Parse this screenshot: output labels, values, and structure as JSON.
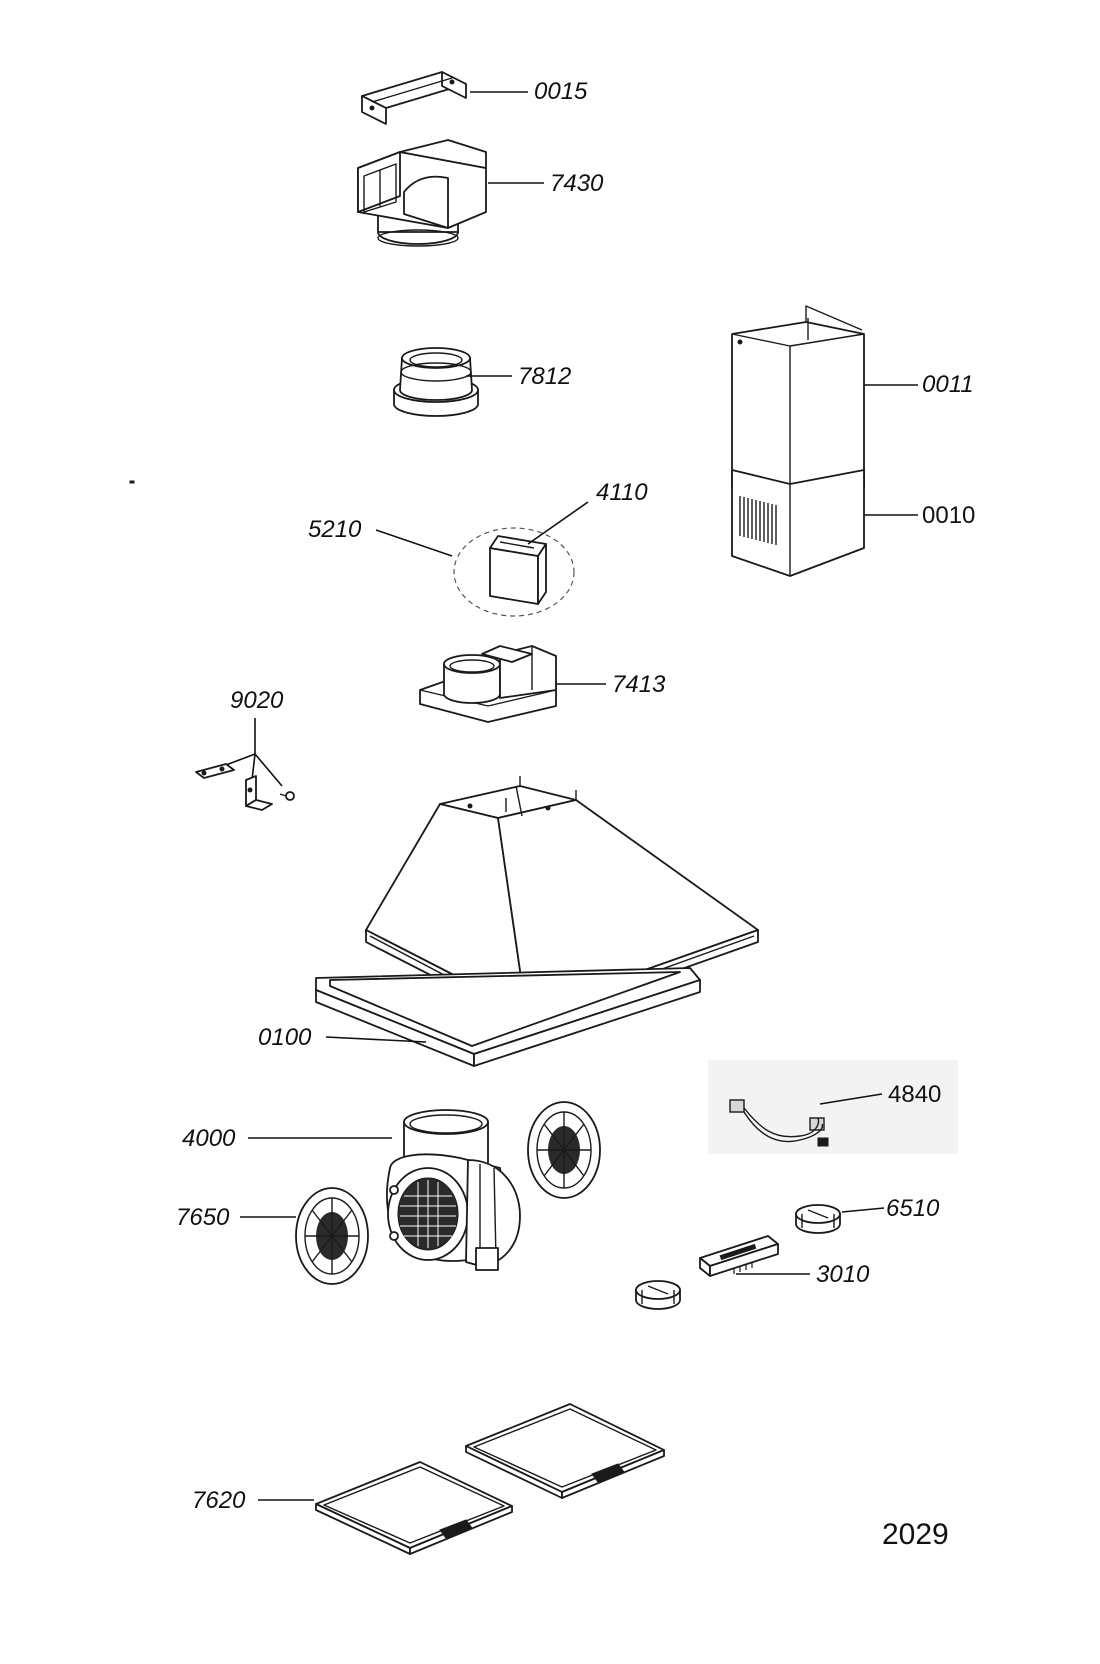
{
  "labels": {
    "p0015": "0015",
    "p7430": "7430",
    "p7812": "7812",
    "p0011": "0011",
    "p0010": "0010",
    "p4110": "4110",
    "p5210": "5210",
    "p7413": "7413",
    "p9020": "9020",
    "p0100": "0100",
    "p4840": "4840",
    "p4000": "4000",
    "p6510": "6510",
    "p7650": "7650",
    "p3010": "3010",
    "p7620": "7620"
  },
  "drawing_number": "2029"
}
